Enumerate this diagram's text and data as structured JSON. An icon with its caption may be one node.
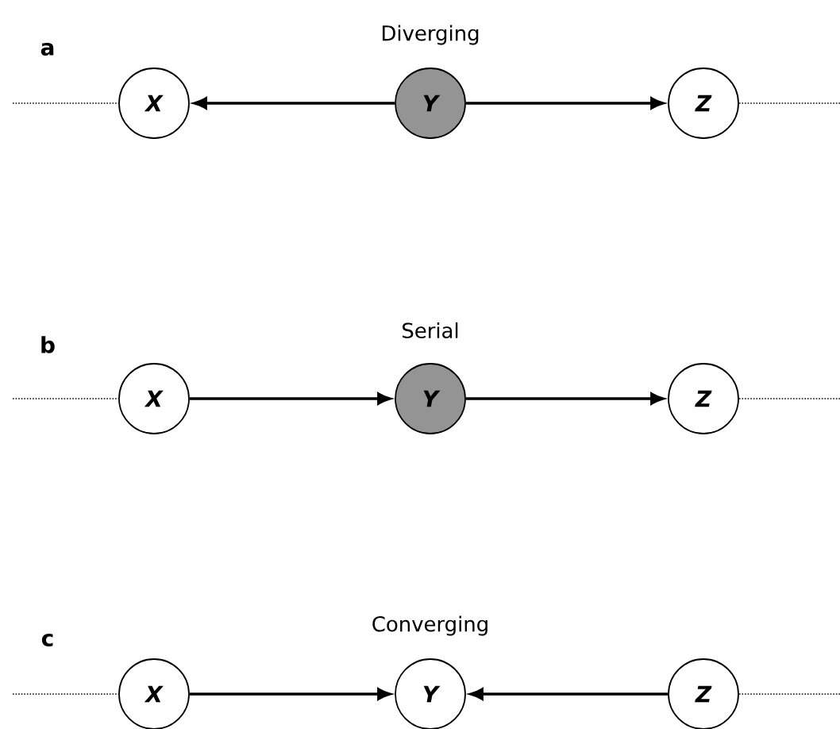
{
  "diagram": {
    "nodes": [
      {
        "text": [
          "X"
        ]
      },
      {
        "text": [
          "Y"
        ]
      },
      {
        "text": [
          "Z"
        ]
      },
      {
        "text": [
          "X"
        ]
      },
      {
        "text": [
          "Y"
        ]
      },
      {
        "text": [
          "Z"
        ]
      },
      {
        "text": [
          "X"
        ]
      },
      {
        "text": [
          "Y"
        ]
      },
      {
        "text": [
          "Z"
        ]
      }
    ],
    "edges": [
      {
        "from": null,
        "to": 0,
        "arrow": "none",
        "style": "dashed"
      },
      {
        "from": 1,
        "to": 0,
        "arrow": "to"
      },
      {
        "from": 1,
        "to": 2,
        "arrow": "to"
      },
      {
        "from": 2,
        "to": null,
        "arrow": "none",
        "style": "dashed"
      },
      {
        "from": null,
        "to": 3,
        "arrow": "none",
        "style": "dashed"
      },
      {
        "from": 3,
        "to": 4,
        "arrow": "to"
      },
      {
        "from": 4,
        "to": 5,
        "arrow": "to"
      },
      {
        "from": 5,
        "to": null,
        "arrow": "none",
        "style": "dashed"
      },
      {
        "from": null,
        "to": 6,
        "arrow": "none",
        "style": "dashed"
      },
      {
        "from": 6,
        "to": 7,
        "arrow": "to"
      },
      {
        "from": 8,
        "to": 7,
        "arrow": "to"
      },
      {
        "from": 8,
        "to": null,
        "arrow": "none",
        "style": "dashed"
      }
    ],
    "labels": [
      "a",
      "Diverging",
      "b",
      "Serial",
      "c",
      "Converging"
    ]
  }
}
